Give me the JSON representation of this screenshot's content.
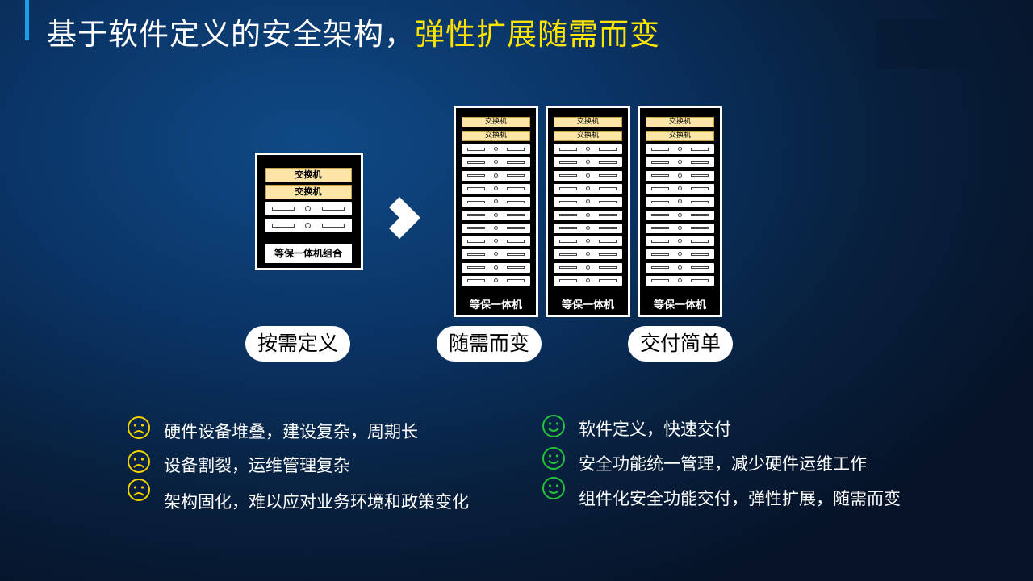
{
  "title": {
    "main": "基于软件定义的安全架构，",
    "highlight": "弹性扩展随需而变"
  },
  "diagram": {
    "switch_label": "交换机",
    "small_rack_label": "等保一体机组合",
    "big_rack_label": "等保一体机",
    "pills": [
      "按需定义",
      "随需而变",
      "交付简单"
    ]
  },
  "cons": [
    "硬件设备堆叠，建设复杂，周期长",
    "设备割裂，运维管理复杂",
    "架构固化，难以应对业务环境和政策变化"
  ],
  "pros": [
    "软件定义，快速交付",
    "安全功能统一管理，减少硬件运维工作",
    "组件化安全功能交付，弹性扩展，随需而变"
  ],
  "colors": {
    "accent": "#1aa0e6",
    "highlight": "#ffe400",
    "sad_face": "#f2d100",
    "smile_face": "#22c33b",
    "switch_fill": "#fde5a7"
  },
  "icons": {
    "arrow": "chevron-right-icon",
    "cons": "sad-face-icon",
    "pros": "smile-face-icon"
  }
}
